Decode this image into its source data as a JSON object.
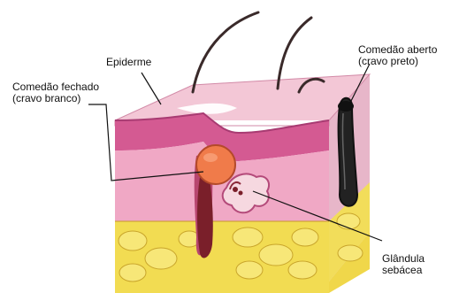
{
  "labels": {
    "epidermis": "Epiderme",
    "closed_comedone": {
      "line1": "Comedão fechado",
      "line2": "(cravo branco)"
    },
    "open_comedone": {
      "line1": "Comedão aberto",
      "line2": "(cravo preto)"
    },
    "sebaceous_gland": {
      "line1": "Glândula",
      "line2": "sebácea"
    }
  }
}
